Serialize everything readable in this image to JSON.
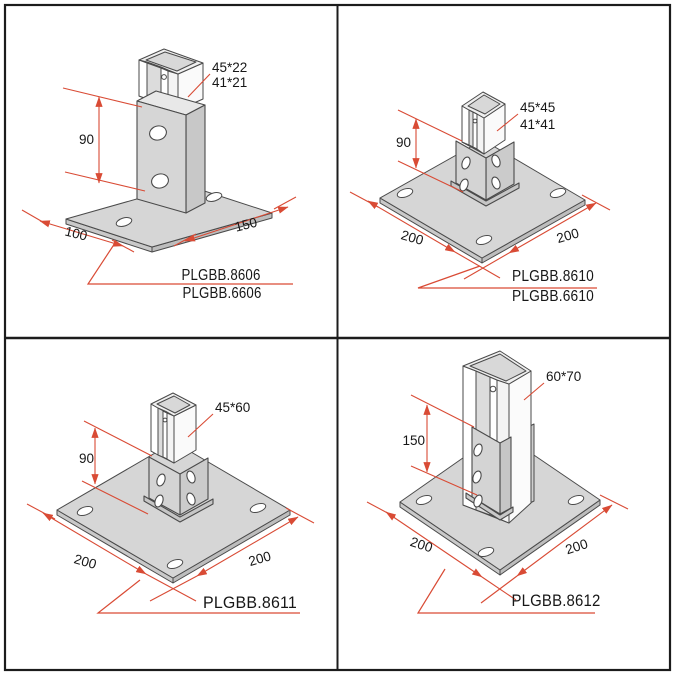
{
  "page": {
    "background": "#ffffff",
    "frame_color": "#1c1c1c"
  },
  "colors": {
    "dimension_red": "#d94b35",
    "outline_gray": "#4a4a4a",
    "plate_fill": "#d6d6d6",
    "text": "#171717"
  },
  "quadrants": [
    {
      "name": "top-left",
      "channel_size_labels": [
        "45*22",
        "41*21"
      ],
      "height_label": "90",
      "plate_length_label": "150",
      "plate_width_label": "100",
      "part_numbers": [
        "PLGBB.8606",
        "PLGBB.6606"
      ]
    },
    {
      "name": "top-right",
      "channel_size_labels": [
        "45*45",
        "41*41"
      ],
      "height_label": "90",
      "plate_length_label": "200",
      "plate_width_label": "200",
      "part_numbers": [
        "PLGBB.8610",
        "PLGBB.6610"
      ]
    },
    {
      "name": "bottom-left",
      "channel_size_labels": [
        "45*60"
      ],
      "height_label": "90",
      "plate_length_label": "200",
      "plate_width_label": "200",
      "part_numbers": [
        "PLGBB.8611"
      ]
    },
    {
      "name": "bottom-right",
      "channel_size_labels": [
        "60*70"
      ],
      "height_label": "150",
      "plate_length_label": "200",
      "plate_width_label": "200",
      "part_numbers": [
        "PLGBB.8612"
      ]
    }
  ]
}
